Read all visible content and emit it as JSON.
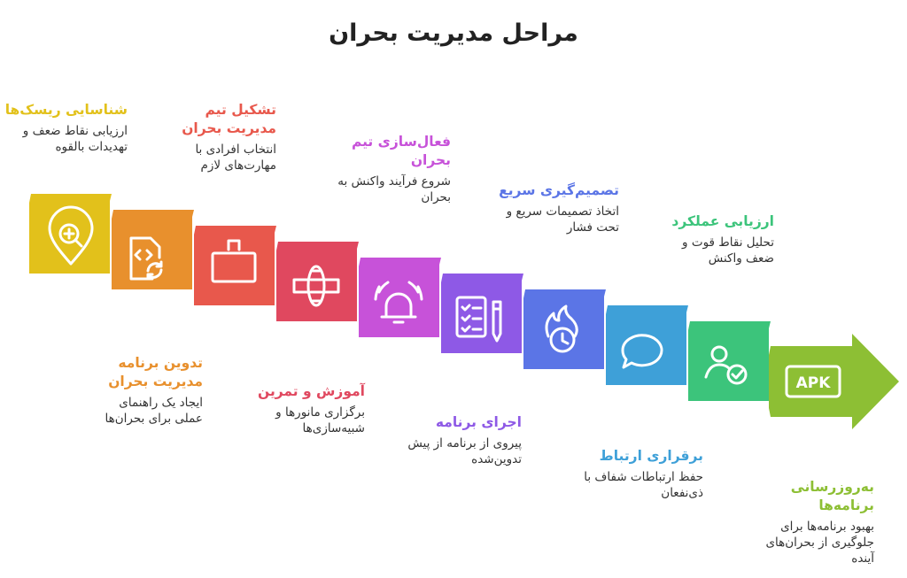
{
  "title": "مراحل مدیریت بحران",
  "colors": [
    "#e2c11b",
    "#e8902d",
    "#e8584c",
    "#e0485f",
    "#c752d9",
    "#8e59e6",
    "#5b75e6",
    "#3ea0d8",
    "#3cc47b",
    "#8dbf34"
  ],
  "steps": [
    {
      "title": "شناسایی ریسک‌ها",
      "desc": "ارزیابی نقاط ضعف و تهدیدات بالقوه",
      "icon": "search-location-icon"
    },
    {
      "title": "تدوین برنامه مدیریت بحران",
      "desc": "ایجاد یک راهنمای عملی برای بحران‌ها",
      "icon": "code-file-refresh-icon"
    },
    {
      "title": "تشکیل تیم مدیریت بحران",
      "desc": "انتخاب افرادی با مهارت‌های لازم",
      "icon": "easel-board-icon"
    },
    {
      "title": "آموزش و تمرین",
      "desc": "برگزاری مانورها و شبیه‌سازی‌ها",
      "icon": "gear-pipe-icon"
    },
    {
      "title": "فعال‌سازی تیم بحران",
      "desc": "شروع فرآیند واکنش به بحران",
      "icon": "alarm-bell-icon"
    },
    {
      "title": "اجرای برنامه",
      "desc": "پیروی از برنامه از پیش تدوین‌شده",
      "icon": "checklist-pen-icon"
    },
    {
      "title": "تصمیم‌گیری سریع",
      "desc": "اتخاذ تصمیمات سریع و تحت فشار",
      "icon": "fire-clock-icon"
    },
    {
      "title": "برقراری ارتباط",
      "desc": "حفظ ارتباطات شفاف با ذی‌نفعان",
      "icon": "chat-bubble-icon"
    },
    {
      "title": "ارزیابی عملکرد",
      "desc": "تحلیل نقاط قوت و ضعف واکنش",
      "icon": "user-check-icon"
    },
    {
      "title": "به‌روزرسانی برنامه‌ها",
      "desc": "بهبود برنامه‌ها برای جلوگیری از بحران‌های آینده",
      "icon": "apk-icon",
      "icon_text": "APK"
    }
  ]
}
